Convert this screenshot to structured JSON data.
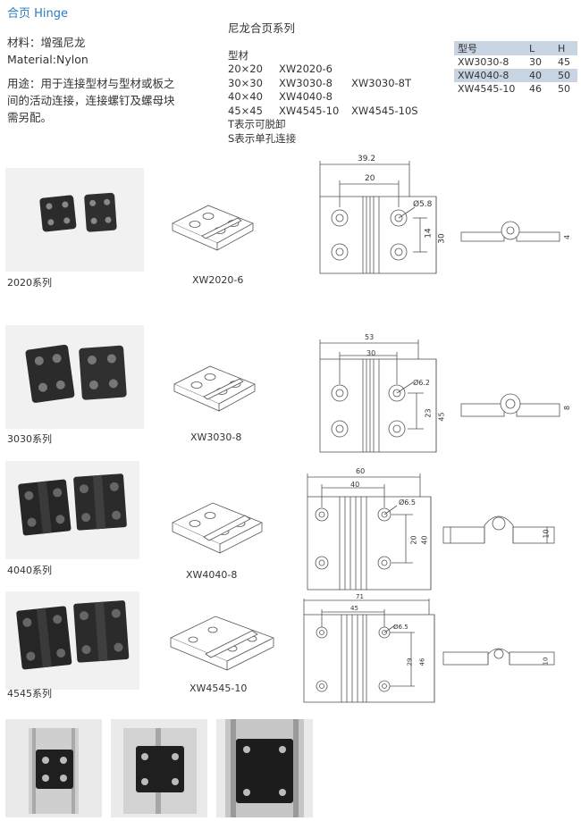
{
  "title": "合页 Hinge",
  "material_cn": "材料：增强尼龙",
  "material_en": "Material:Nylon",
  "usage_lines": [
    "用途：用于连接型材与型材或板之",
    "间的活动连接，连接螺钉及螺母块",
    "需另配。"
  ],
  "series": {
    "heading": "尼龙合页系列",
    "profile_label": "型材",
    "rows": [
      [
        "20×20",
        "XW2020-6",
        ""
      ],
      [
        "30×30",
        "XW3030-8",
        "XW3030-8T"
      ],
      [
        "40×40",
        "XW4040-8",
        ""
      ],
      [
        "45×45",
        "XW4545-10",
        "XW4545-10S"
      ]
    ],
    "notes": [
      "T表示可脱卸",
      "S表示单孔连接"
    ]
  },
  "spec_table": {
    "headers": [
      "型号",
      "L",
      "H"
    ],
    "rows": [
      [
        "XW3030-8",
        "30",
        "45"
      ],
      [
        "XW4040-8",
        "40",
        "50"
      ],
      [
        "XW4545-10",
        "46",
        "50"
      ]
    ]
  },
  "products": [
    {
      "photo_caption": "2020系列",
      "model_caption": "XW2020-6",
      "dims": {
        "overall": "39.2",
        "span": "20",
        "hole": "Ø5.8",
        "pitch": "14",
        "height": "30",
        "thickness": "4"
      }
    },
    {
      "photo_caption": "3030系列",
      "model_caption": "XW3030-8",
      "dims": {
        "overall": "53",
        "span": "30",
        "hole": "Ø6.2",
        "pitch": "23",
        "height": "45",
        "thickness": "8"
      }
    },
    {
      "photo_caption": "4040系列",
      "model_caption": "XW4040-8",
      "dims": {
        "overall": "60",
        "span": "40",
        "hole": "Ø6.5",
        "pitch": "20",
        "height": "40",
        "thickness": "10"
      }
    },
    {
      "photo_caption": "4545系列",
      "model_caption": "XW4545-10",
      "dims": {
        "overall": "71",
        "span": "45",
        "hole": "Ø6.5",
        "pitch": "29",
        "height": "46",
        "thickness": "10"
      }
    }
  ],
  "colors": {
    "title": "#2a7bc0",
    "table_header": "#c9d4e3",
    "hinge_dark": "#2b2b2b",
    "line": "#555555"
  }
}
